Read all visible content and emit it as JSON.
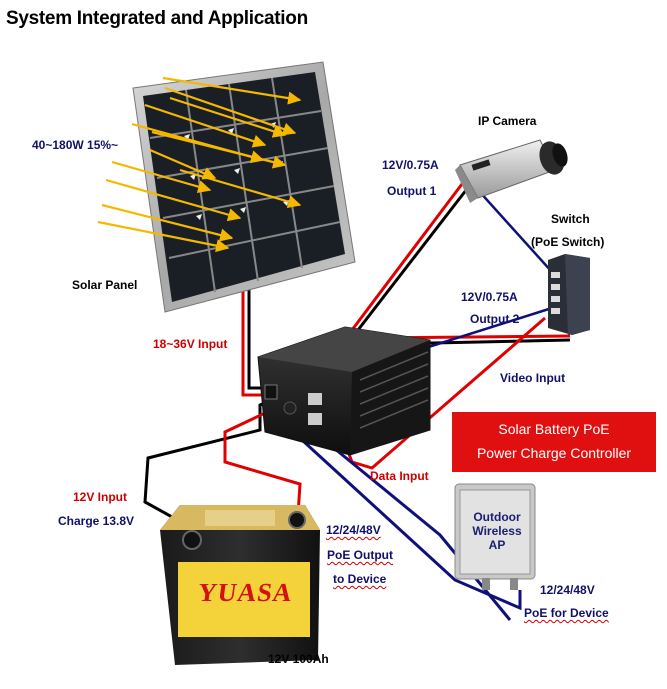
{
  "title": "System Integrated and Application",
  "solar_panel": {
    "label": "Solar Panel",
    "spec": "40~180W 15%~"
  },
  "ip_camera": {
    "label": "IP Camera",
    "rating": "12V/0.75A",
    "output": "Output 1"
  },
  "switch": {
    "label": "Switch",
    "sublabel": "(PoE Switch)",
    "rating": "12V/0.75A",
    "output": "Output 2"
  },
  "controller": {
    "input_label": "18~36V Input",
    "line1": "Solar Battery PoE",
    "line2": "Power Charge Controller"
  },
  "video_input": "Video Input",
  "data_input": "Data Input",
  "battery": {
    "input": "12V Input",
    "charge": "Charge 13.8V",
    "capacity": "12V 100Ah",
    "brand": "YUASA"
  },
  "poe_output": {
    "line1": "12/24/48V",
    "line2": "PoE Output",
    "line3": "to Device"
  },
  "access_point": {
    "line1": "Outdoor",
    "line2": "Wireless",
    "line3": "AP",
    "voltage": "12/24/48V",
    "label": "PoE for Device"
  },
  "colors": {
    "power_wire": "#e00000",
    "ground_wire": "#000000",
    "data_wire": "#10107a",
    "sun_rays": "#f5b800",
    "controller_box": "#e01010"
  }
}
